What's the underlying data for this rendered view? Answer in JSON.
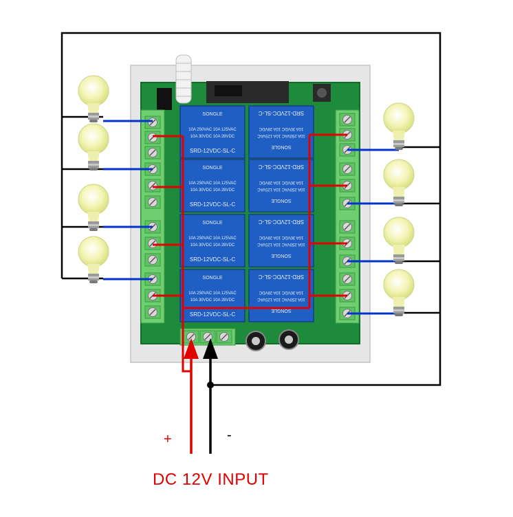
{
  "relay_label_a": "SRD-12VDC-SL-C",
  "relay_brand": "SONGLE",
  "relay_rating_1": "10A 250VAC  10A 125VAC",
  "relay_rating_2": "10A  30VDC  10A  28VDC",
  "power_plus": "+",
  "power_minus": "-",
  "caption": "DC 12V INPUT",
  "colors": {
    "pcb": "#1e8a3c",
    "relay": "#1f5fc4",
    "terminal": "#6fce70",
    "wire_red": "#e00000",
    "wire_blue": "#0033cc",
    "wire_black": "#000000",
    "bulb": "#f3f3a6"
  }
}
